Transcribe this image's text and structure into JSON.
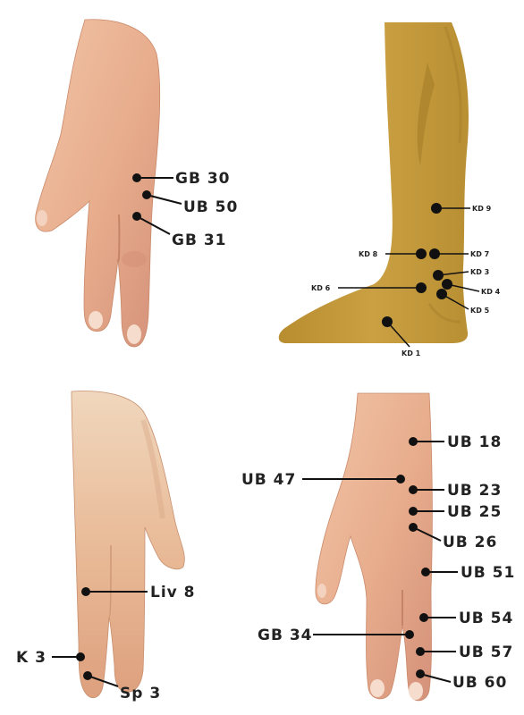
{
  "panels": {
    "top_left_hand": {
      "points": [
        {
          "label": "GB 30"
        },
        {
          "label": "UB 50"
        },
        {
          "label": "GB 31"
        }
      ]
    },
    "top_right_leg": {
      "points": [
        {
          "label": "KD 9"
        },
        {
          "label": "KD 8"
        },
        {
          "label": "KD 7"
        },
        {
          "label": "KD 3"
        },
        {
          "label": "KD 6"
        },
        {
          "label": "KD 4"
        },
        {
          "label": "KD 5"
        },
        {
          "label": "KD 1"
        }
      ]
    },
    "bottom_left_hand": {
      "points": [
        {
          "label": "Liv 8"
        },
        {
          "label": "K 3"
        },
        {
          "label": "Sp 3"
        }
      ]
    },
    "bottom_right_hand": {
      "points": [
        {
          "label": "UB 18"
        },
        {
          "label": "UB 47"
        },
        {
          "label": "UB 23"
        },
        {
          "label": "UB 25"
        },
        {
          "label": "UB 26"
        },
        {
          "label": "UB 51"
        },
        {
          "label": "UB 54"
        },
        {
          "label": "GB 34"
        },
        {
          "label": "UB 57"
        },
        {
          "label": "UB 60"
        }
      ]
    }
  },
  "colors": {
    "skin": "#e7ac8c",
    "skin_shadow": "#d08c6c",
    "skin_light": "#f3cdb5",
    "leg_fill": "#c49a3a",
    "leg_shadow": "#a8802a",
    "marker": "#111111",
    "leader": "#111111"
  }
}
